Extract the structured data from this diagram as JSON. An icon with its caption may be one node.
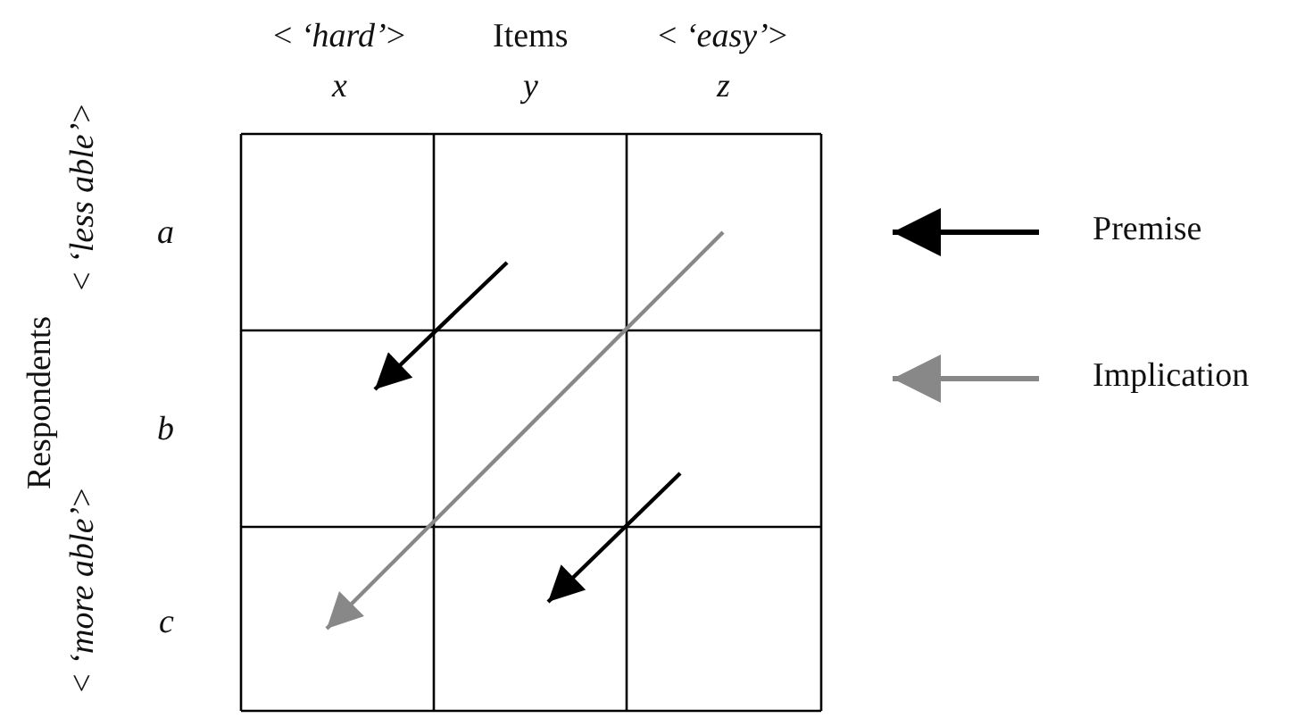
{
  "diagram": {
    "labels": [
      "< *‘hard’*>",
      "Items",
      "< *‘easy’*>",
      "*x*",
      "*y*",
      "*z*",
      "Respondents",
      "< *‘less able’*>",
      "< *‘more able’*>",
      "*a*",
      "*b*",
      "*c*"
    ],
    "legend": [
      {
        "text": "Premise"
      },
      {
        "text": "Implication"
      }
    ]
  }
}
